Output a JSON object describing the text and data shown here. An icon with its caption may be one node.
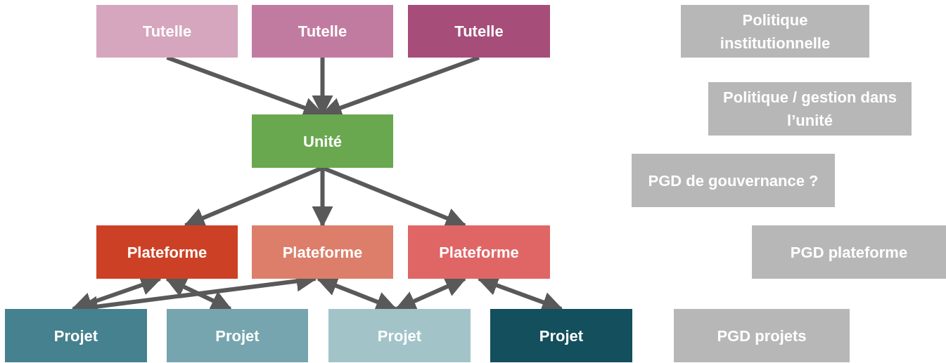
{
  "diagram": {
    "nodes": [
      {
        "text": [
          "Tutelle"
        ]
      },
      {
        "text": [
          "Tutelle"
        ]
      },
      {
        "text": [
          "Tutelle"
        ]
      },
      {
        "text": [
          "Unité"
        ]
      },
      {
        "text": [
          "Plateforme"
        ]
      },
      {
        "text": [
          "Plateforme"
        ]
      },
      {
        "text": [
          "Plateforme"
        ]
      },
      {
        "text": [
          "Projet"
        ]
      },
      {
        "text": [
          "Projet"
        ]
      },
      {
        "text": [
          "Projet"
        ]
      },
      {
        "text": [
          "Projet"
        ]
      },
      {
        "text": [
          "Politique institutionnelle"
        ]
      },
      {
        "text": [
          "Politique / gestion dans l’unité"
        ]
      },
      {
        "text": [
          "PGD de gouvernance ?"
        ]
      },
      {
        "text": [
          "PGD plateforme"
        ]
      },
      {
        "text": [
          "PGD projets"
        ]
      }
    ],
    "edges": [
      {
        "from": 0,
        "to": 3,
        "arrow": "to"
      },
      {
        "from": 1,
        "to": 3,
        "arrow": "to"
      },
      {
        "from": 2,
        "to": 3,
        "arrow": "to"
      },
      {
        "from": 3,
        "to": 4,
        "arrow": "to"
      },
      {
        "from": 3,
        "to": 5,
        "arrow": "to"
      },
      {
        "from": 3,
        "to": 6,
        "arrow": "to"
      },
      {
        "from": 4,
        "to": 7,
        "arrow": "both"
      },
      {
        "from": 4,
        "to": 8,
        "arrow": "both"
      },
      {
        "from": 5,
        "to": 7,
        "arrow": "both"
      },
      {
        "from": 5,
        "to": 9,
        "arrow": "both"
      },
      {
        "from": 6,
        "to": 9,
        "arrow": "both"
      },
      {
        "from": 6,
        "to": 10,
        "arrow": "both"
      }
    ]
  }
}
